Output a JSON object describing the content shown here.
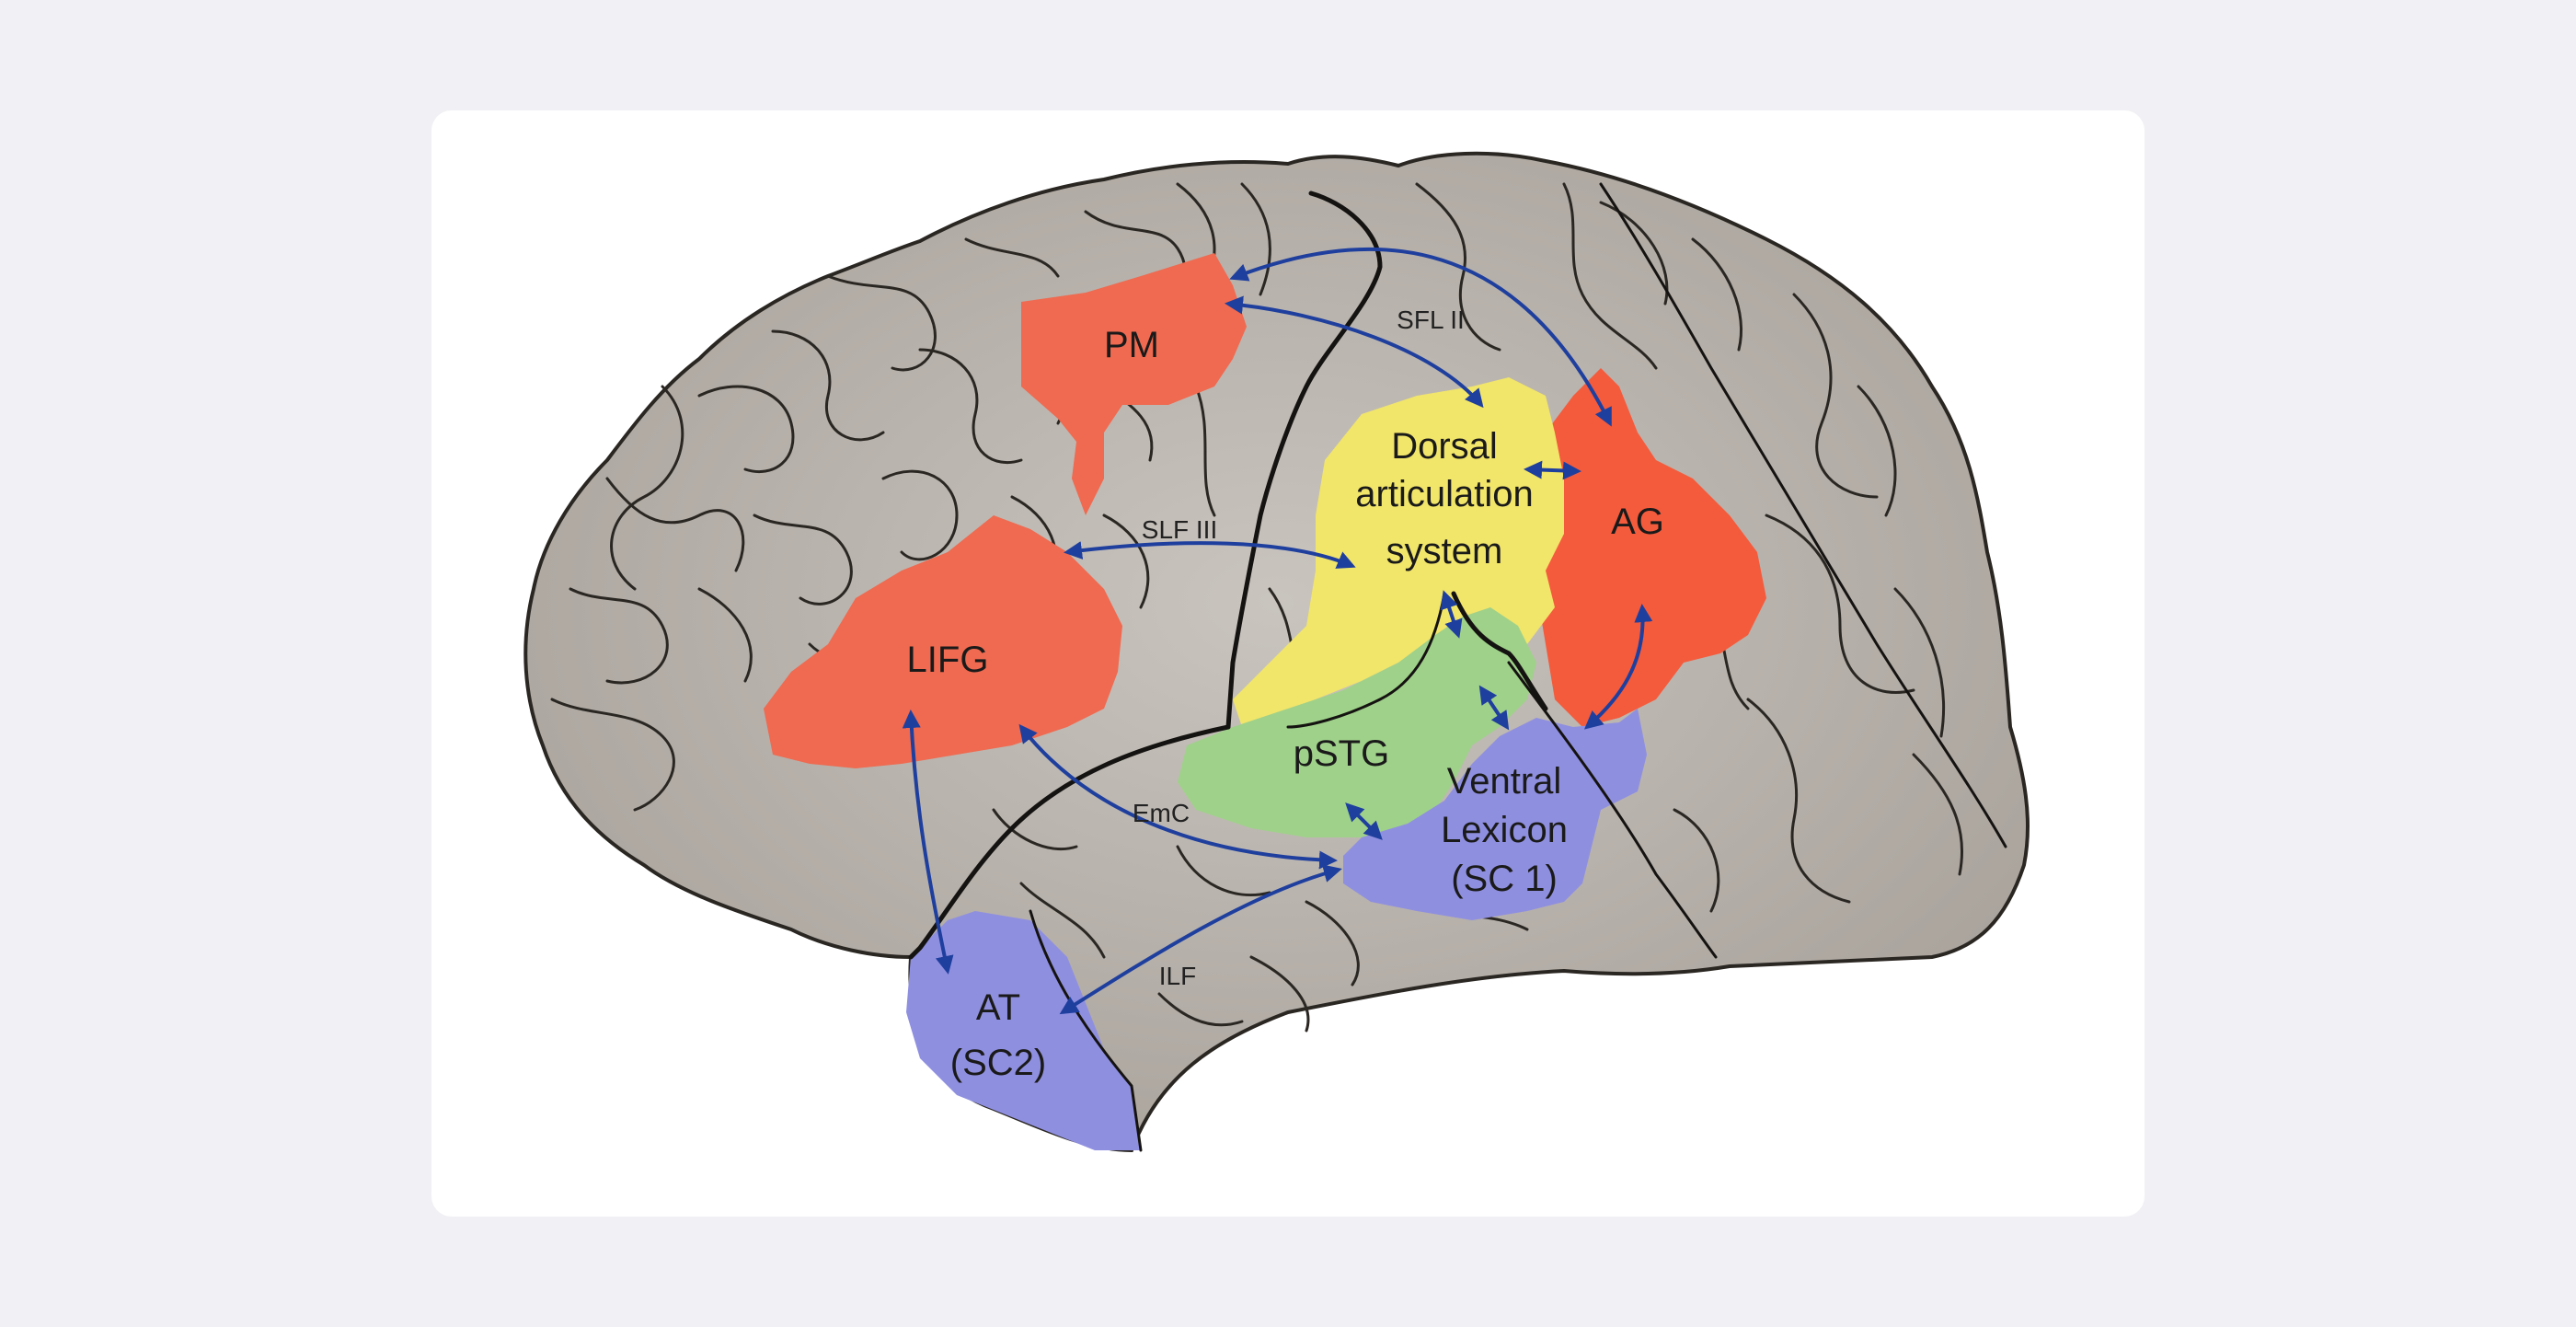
{
  "regions": {
    "pm": "PM",
    "lifg": "LIFG",
    "dorsal_line1": "Dorsal",
    "dorsal_line2": "articulation",
    "dorsal_line3": "system",
    "ag": "AG",
    "pstg": "pSTG",
    "ventral_line1": "Ventral",
    "ventral_line2": "Lexicon",
    "ventral_line3": "(SC 1)",
    "at_line1": "AT",
    "at_line2": "(SC2)"
  },
  "tracts": {
    "sfl2": "SFL II",
    "slf3": "SLF III",
    "emc": "EmC",
    "ilf": "ILF"
  },
  "colors": {
    "background": "#f1f1f5",
    "card": "#ffffff",
    "brain": "#b9b4ae",
    "sulcus": "#2a2622",
    "red_region": "#ef6a50",
    "ag_region": "#f45b3c",
    "dorsal_region": "#f1e56a",
    "pstg_region": "#9fd18a",
    "ventral_region": "#8f8fe0",
    "arrow": "#1f3f9e"
  }
}
